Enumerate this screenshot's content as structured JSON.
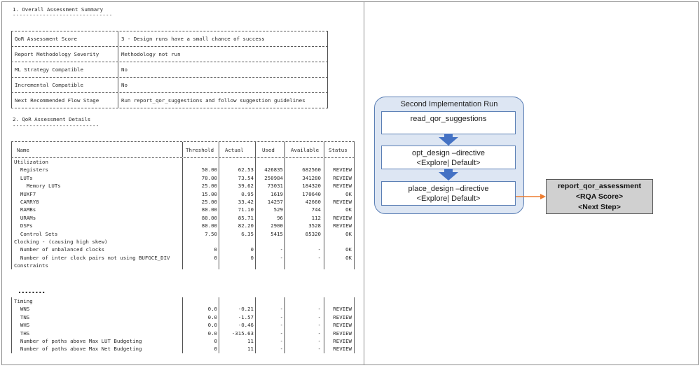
{
  "report": {
    "section1": {
      "title": "1. Overall Assessment Summary",
      "underline": "------------------------------",
      "rows": [
        {
          "label": "QoR Assessment Score",
          "value": "3 - Design runs have a small chance of success"
        },
        {
          "label": "Report Methodology Severity",
          "value": "Methodology not run"
        },
        {
          "label": "ML Strategy Compatible",
          "value": "No"
        },
        {
          "label": "Incremental Compatible",
          "value": "No"
        },
        {
          "label": "Next Recommended Flow Stage",
          "value": "Run report_qor_suggestions and follow suggestion guidelines"
        }
      ]
    },
    "section2": {
      "title": "2. QoR Assessment Details",
      "underline": "--------------------------",
      "headers": {
        "name": "Name",
        "threshold": "Threshold",
        "actual": "Actual",
        "used": "Used",
        "available": "Available",
        "status": "Status"
      },
      "rows": [
        {
          "name": "Utilization",
          "threshold": "",
          "actual": "",
          "used": "",
          "available": "",
          "status": ""
        },
        {
          "name": "  Registers",
          "threshold": "50.00",
          "actual": "62.53",
          "used": "426835",
          "available": "682560",
          "status": "REVIEW"
        },
        {
          "name": "  LUTs",
          "threshold": "70.00",
          "actual": "73.54",
          "used": "250984",
          "available": "341280",
          "status": "REVIEW"
        },
        {
          "name": "    Memory LUTs",
          "threshold": "25.00",
          "actual": "39.62",
          "used": "73031",
          "available": "184320",
          "status": "REVIEW"
        },
        {
          "name": "  MUXF7",
          "threshold": "15.00",
          "actual": "0.95",
          "used": "1619",
          "available": "170640",
          "status": "OK"
        },
        {
          "name": "  CARRY8",
          "threshold": "25.00",
          "actual": "33.42",
          "used": "14257",
          "available": "42660",
          "status": "REVIEW"
        },
        {
          "name": "  RAMBs",
          "threshold": "80.00",
          "actual": "71.10",
          "used": "529",
          "available": "744",
          "status": "OK"
        },
        {
          "name": "  URAMs",
          "threshold": "80.00",
          "actual": "85.71",
          "used": "96",
          "available": "112",
          "status": "REVIEW"
        },
        {
          "name": "  DSPs",
          "threshold": "80.00",
          "actual": "82.20",
          "used": "2900",
          "available": "3528",
          "status": "REVIEW"
        },
        {
          "name": "  Control Sets",
          "threshold": "7.50",
          "actual": "6.35",
          "used": "5415",
          "available": "85320",
          "status": "OK"
        },
        {
          "name": "Clocking - (causing high skew)",
          "threshold": "",
          "actual": "",
          "used": "",
          "available": "",
          "status": ""
        },
        {
          "name": "  Number of unbalanced clocks",
          "threshold": "0",
          "actual": "0",
          "used": "-",
          "available": "-",
          "status": "OK"
        },
        {
          "name": "  Number of inter clock pairs not using BUFGCE_DIV",
          "threshold": "0",
          "actual": "0",
          "used": "-",
          "available": "-",
          "status": "OK"
        },
        {
          "name": "Constraints",
          "threshold": "",
          "actual": "",
          "used": "",
          "available": "",
          "status": ""
        }
      ],
      "ellipsis": "........",
      "timing_rows": [
        {
          "name": "Timing",
          "threshold": "",
          "actual": "",
          "used": "",
          "available": "",
          "status": ""
        },
        {
          "name": "  WNS",
          "threshold": "0.0",
          "actual": "-0.21",
          "used": "-",
          "available": "-",
          "status": "REVIEW"
        },
        {
          "name": "  TNS",
          "threshold": "0.0",
          "actual": "-1.57",
          "used": "-",
          "available": "-",
          "status": "REVIEW"
        },
        {
          "name": "  WHS",
          "threshold": "0.0",
          "actual": "-0.46",
          "used": "-",
          "available": "-",
          "status": "REVIEW"
        },
        {
          "name": "  THS",
          "threshold": "0.0",
          "actual": "-315.63",
          "used": "-",
          "available": "-",
          "status": "REVIEW"
        },
        {
          "name": "  Number of paths above Max LUT Budgeting",
          "threshold": "0",
          "actual": "11",
          "used": "-",
          "available": "-",
          "status": "REVIEW"
        },
        {
          "name": "  Number of paths above Max Net Budgeting",
          "threshold": "0",
          "actual": "11",
          "used": "-",
          "available": "-",
          "status": "REVIEW"
        }
      ]
    }
  },
  "diagram": {
    "container_title": "Second Implementation Run",
    "steps": [
      {
        "line1": "read_qor_suggestions",
        "line2": ""
      },
      {
        "line1": "opt_design –directive",
        "line2": "<Explore| Default>"
      },
      {
        "line1": "place_design –directive",
        "line2": "<Explore| Default>"
      }
    ],
    "assessment": {
      "line1": "report_qor_assessment",
      "line2": "<RQA Score>",
      "line3": "<Next Step>"
    },
    "colors": {
      "container_fill": "#dde6f3",
      "border": "#5b7fb5",
      "down_arrow": "#4472c4",
      "connector_arrow": "#ed7d31",
      "assessment_fill": "#d0d0d0"
    }
  }
}
